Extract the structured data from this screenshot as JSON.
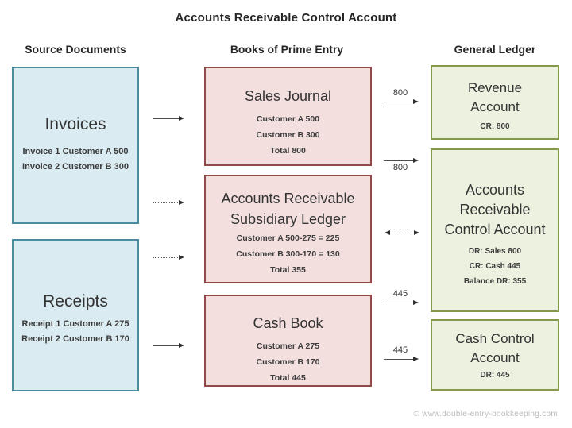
{
  "page_title": "Accounts Receivable Control Account",
  "columns": [
    {
      "header": "Source Documents"
    },
    {
      "header": "Books of Prime Entry"
    },
    {
      "header": "General Ledger"
    }
  ],
  "boxes": {
    "invoices": {
      "title": "Invoices",
      "lines": [
        "Invoice 1 Customer A 500",
        "Invoice 2 Customer B 300"
      ]
    },
    "receipts": {
      "title": "Receipts",
      "lines": [
        "Receipt 1 Customer A 275",
        "Receipt 2 Customer B 170"
      ]
    },
    "sales_journal": {
      "title": "Sales Journal",
      "lines": [
        "Customer A 500",
        "Customer B 300",
        "Total 800"
      ]
    },
    "subsidiary_ledger": {
      "title_lines": [
        "Accounts Receivable",
        "Subsidiary Ledger"
      ],
      "lines": [
        "Customer A 500-275 = 225",
        "Customer B 300-170 = 130",
        "Total 355"
      ]
    },
    "cash_book": {
      "title": "Cash Book",
      "lines": [
        "Customer A 275",
        "Customer B 170",
        "Total 445"
      ]
    },
    "revenue_account": {
      "title_lines": [
        "Revenue",
        "Account"
      ],
      "lines": [
        "CR: 800"
      ]
    },
    "ar_control_account": {
      "title_lines": [
        "Accounts",
        "Receivable",
        "Control Account"
      ],
      "lines": [
        "DR: Sales 800",
        "CR: Cash 445",
        "Balance DR: 355"
      ]
    },
    "cash_control_account": {
      "title_lines": [
        "Cash Control",
        "Account"
      ],
      "lines": [
        "DR: 445"
      ]
    }
  },
  "flow_labels": {
    "sales_to_revenue": "800",
    "sales_to_ar_control": "800",
    "cash_book_to_ar_control": "445",
    "cash_book_to_cash_control": "445"
  },
  "footer": "© www.double-entry-bookkeeping.com",
  "colors": {
    "source_documents_fill": "#daecf2",
    "source_documents_border": "#4a8ca0",
    "prime_entry_fill": "#f3dfde",
    "prime_entry_border": "#91494a",
    "general_ledger_fill": "#edf1df",
    "general_ledger_border": "#84994c"
  }
}
